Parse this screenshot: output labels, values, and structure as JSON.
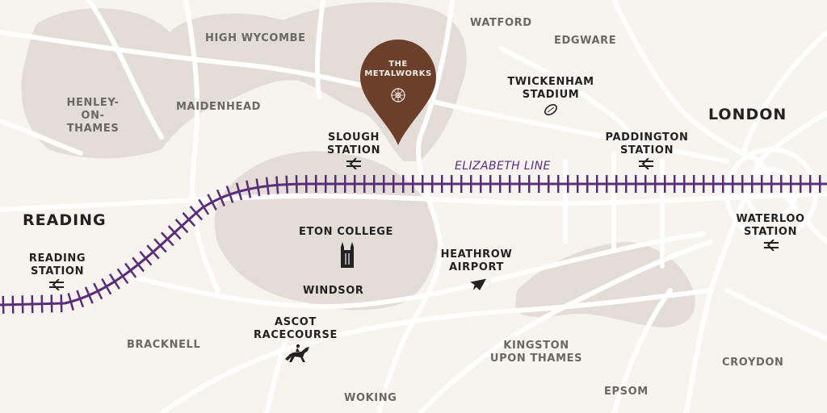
{
  "colors": {
    "background": "#f7f3ee",
    "land_shade": "#e3dcd7",
    "road": "#ffffff",
    "rail": "#5a2d7a",
    "pin": "#6b3f2a",
    "text_dark": "#222222",
    "text_muted": "#6d6763"
  },
  "pin": {
    "label": "THE\nMETALWORKS",
    "icon": "sunburst-logo-icon"
  },
  "rail_line": {
    "name": "ELIZABETH LINE"
  },
  "labels": {
    "london": "LONDON",
    "reading": "READING",
    "high_wycombe": "HIGH WYCOMBE",
    "watford": "WATFORD",
    "edgware": "EDGWARE",
    "henley": "HENLEY-\nON-THAMES",
    "maidenhead": "MAIDENHEAD",
    "bracknell": "BRACKNELL",
    "windsor": "WINDSOR",
    "kingston": "KINGSTON\nUPON THAMES",
    "croydon": "CROYDON",
    "epsom": "EPSOM",
    "woking": "WOKING"
  },
  "places": {
    "twickenham": {
      "label": "TWICKENHAM\nSTADIUM",
      "icon": "rugby-ball-icon"
    },
    "slough": {
      "label": "SLOUGH\nSTATION",
      "icon": "national-rail-icon"
    },
    "paddington": {
      "label": "PADDINGTON\nSTATION",
      "icon": "national-rail-icon"
    },
    "waterloo": {
      "label": "WATERLOO\nSTATION",
      "icon": "national-rail-icon"
    },
    "reading_station": {
      "label": "READING\nSTATION",
      "icon": "national-rail-icon"
    },
    "eton": {
      "label": "ETON COLLEGE",
      "icon": "chapel-icon"
    },
    "heathrow": {
      "label": "HEATHROW\nAIRPORT",
      "icon": "airplane-icon"
    },
    "ascot": {
      "label": "ASCOT\nRACECOURSE",
      "icon": "horse-rider-icon"
    }
  }
}
